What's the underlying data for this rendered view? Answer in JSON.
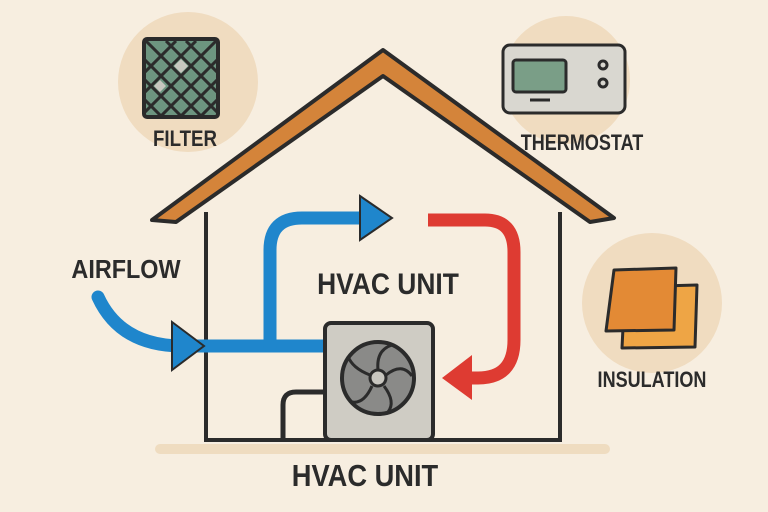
{
  "labels": {
    "filter": "FILTER",
    "thermostat": "THERMOSTAT",
    "airflow": "AIRFLOW",
    "hvac_unit_inside": "HVAC UNIT",
    "insulation": "INSULATION",
    "hvac_unit_bottom": "HVAC UNIT"
  },
  "colors": {
    "background": "#f7eee0",
    "badge": "#f0dcc0",
    "roof": "#d4843a",
    "outline": "#2b2b2b",
    "cool_air": "#1f86cc",
    "warm_air": "#de3b32",
    "filter_mesh": "#6d9580",
    "insulation": "#e38a35"
  }
}
